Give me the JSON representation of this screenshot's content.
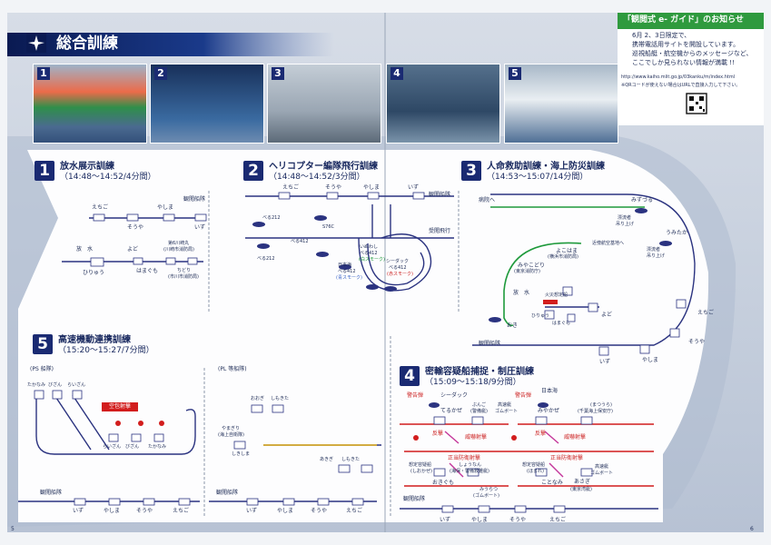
{
  "page_title": "総合訓練",
  "notice": {
    "title": "「観閲式 e- ガイド」のお知らせ",
    "lines": [
      "6月 2、3日限定で、",
      "携帯電話用サイトを開設しています。",
      "巡視船艇・航空機からのメッセージなど、",
      "ここでしか見られない情報が満載 !!"
    ],
    "url": "http://www.kaiho.mlit.go.jp/03kanku/m/index.html",
    "note": "※QRコードが使えない場合はURLで直接入力して下さい。"
  },
  "photos": [
    "1",
    "2",
    "3",
    "4",
    "5"
  ],
  "sections": {
    "s1": {
      "num": "1",
      "title": "放水展示訓練",
      "time": "（14:48～14:52/4分間）"
    },
    "s2": {
      "num": "2",
      "title": "ヘリコプター編隊飛行訓練",
      "time": "（14:48～14:52/3分間）"
    },
    "s3": {
      "num": "3",
      "title": "人命救助訓練・海上防災訓練",
      "time": "（14:53～15:07/14分間）"
    },
    "s4": {
      "num": "4",
      "title": "密輸容疑船捕捉・制圧訓練",
      "time": "（15:09～15:18/9分間）"
    },
    "s5": {
      "num": "5",
      "title": "高速機動連携訓練",
      "time": "（15:20～15:27/7分間）"
    }
  },
  "d1": {
    "labels": [
      "えちご",
      "そうや",
      "やしま",
      "いず",
      "観閲船隊",
      "放　水",
      "よど",
      "第6川崎丸",
      "(川崎市消防局)",
      "ひりゅう",
      "はまぐも",
      "ちどり",
      "(市川市消防局)"
    ]
  },
  "d2": {
    "labels": [
      "えちご",
      "そうや",
      "やしま",
      "いず",
      "観閲船隊",
      "べる212",
      "べる412",
      "S76C",
      "べる212",
      "いぬわし",
      "べる412",
      "(白スモーク)",
      "日本海",
      "べる412",
      "(青スモーク)",
      "シーダック",
      "べる412",
      "(赤スモーク)",
      "受閲飛行"
    ]
  },
  "d3": {
    "labels": [
      "病院へ",
      "みずづる",
      "漂流者",
      "吊り上げ",
      "うみたか",
      "漂流者",
      "吊り上げ",
      "近傍航空基地へ",
      "よこはま",
      "(横浜市消防局)",
      "みやこどり",
      "(東京消防庁)",
      "火災想定船",
      "放　水",
      "ひりゅう",
      "よど",
      "はまぐも",
      "おき",
      "えちご",
      "そうや",
      "やしま",
      "いず",
      "観閲船隊"
    ]
  },
  "d4": {
    "labels": [
      "警告弾",
      "シーダック",
      "てるかぜ",
      "ぶんご",
      "(警備艇)",
      "高速艇",
      "ゴムボート",
      "警告弾",
      "日本海",
      "みやかぜ",
      "(まつうら)",
      "(千葉海上保安庁)",
      "反撃",
      "威嚇射撃",
      "反撃",
      "威嚇射撃",
      "正当防衛射撃",
      "正当防衛射撃",
      "想定容疑船",
      "(しおかぜ)",
      "しょうなん",
      "(海保・警備救難艇)",
      "想定容疑船",
      "(ほまれ)",
      "高速艇",
      "ゴムボート",
      "おきぐも",
      "みうらつ",
      "(ゴムボート)",
      "ことなみ",
      "あさぎ",
      "(東京湾艇)",
      "観閲船隊",
      "いず",
      "やしま",
      "そうや",
      "えちご"
    ]
  },
  "d5": {
    "labels": [
      "(PS 船隊)",
      "たかなみ",
      "びざん",
      "らいざん",
      "空包射撃",
      "らいざん",
      "びざん",
      "たかなみ",
      "(PL 等船隊)",
      "おおぎ",
      "しもきた",
      "やまぎり",
      "(海上自衛隊)",
      "しきしま",
      "あきぎ",
      "しもきた",
      "観閲船隊",
      "いず",
      "やしま",
      "そうや",
      "えちご",
      "観閲船隊",
      "いず",
      "やしま",
      "そうや",
      "えちご"
    ]
  },
  "page_numbers": {
    "left": "5",
    "right": "6"
  }
}
